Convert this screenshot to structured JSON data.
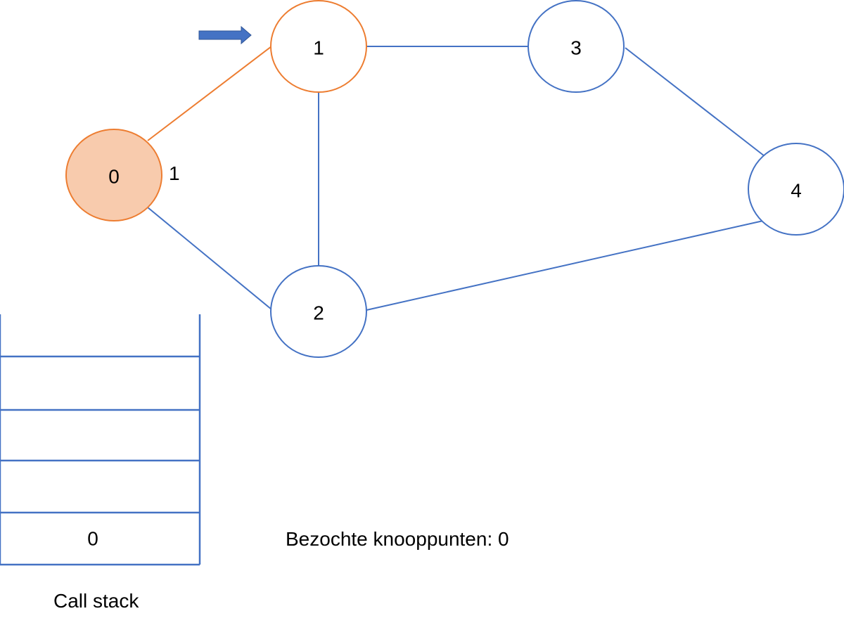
{
  "graph": {
    "nodes": [
      {
        "id": "0",
        "label": "0",
        "state": "visited"
      },
      {
        "id": "1",
        "label": "1",
        "state": "current"
      },
      {
        "id": "2",
        "label": "2",
        "state": "unvisited"
      },
      {
        "id": "3",
        "label": "3",
        "state": "unvisited"
      },
      {
        "id": "4",
        "label": "4",
        "state": "unvisited"
      }
    ],
    "edges": [
      {
        "from": "0",
        "to": "1",
        "state": "active"
      },
      {
        "from": "0",
        "to": "2",
        "state": "normal"
      },
      {
        "from": "1",
        "to": "2",
        "state": "normal"
      },
      {
        "from": "1",
        "to": "3",
        "state": "normal"
      },
      {
        "from": "3",
        "to": "4",
        "state": "normal"
      },
      {
        "from": "2",
        "to": "4",
        "state": "normal"
      }
    ],
    "neighbor_annotation": "1"
  },
  "call_stack": {
    "label": "Call stack",
    "slots": [
      "",
      "",
      "",
      "",
      "0"
    ]
  },
  "visited": {
    "text": "Bezochte knooppunten: 0"
  },
  "colors": {
    "default_stroke": "#4472C4",
    "active_stroke": "#ED7D31",
    "visited_fill": "#F8CBAD",
    "arrow_fill": "#4472C4",
    "arrow_outline": "#2F5597",
    "stack_line": "#4472C4"
  }
}
